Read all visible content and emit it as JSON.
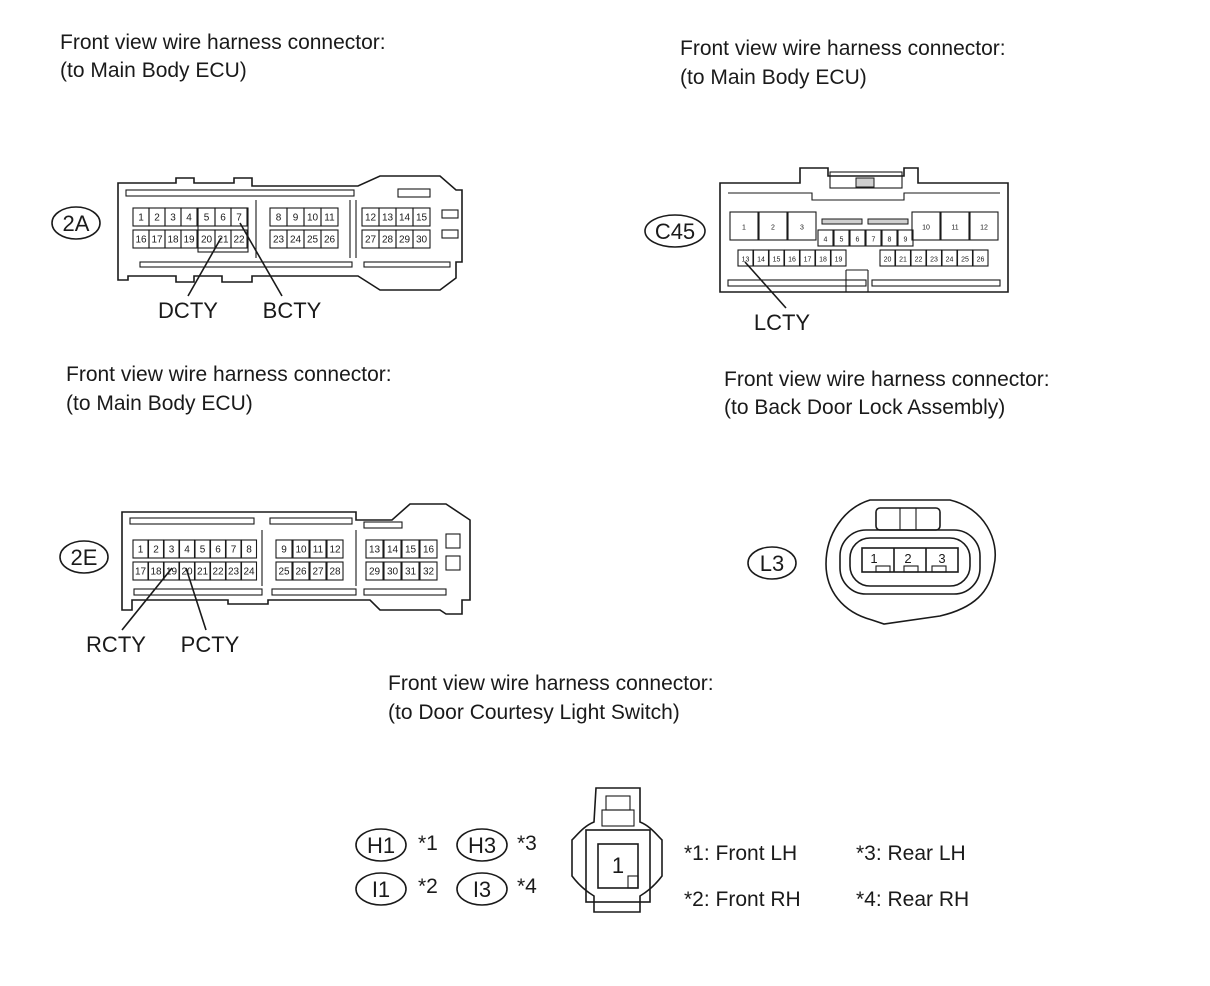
{
  "connectors": {
    "c2a": {
      "title1": "Front view wire harness connector:",
      "title2": "(to Main Body ECU)",
      "id": "2A",
      "pins_row1": [
        "1",
        "2",
        "3",
        "4",
        "5",
        "6",
        "7",
        "8",
        "9",
        "10",
        "11",
        "12",
        "13",
        "14",
        "15"
      ],
      "pins_row2": [
        "16",
        "17",
        "18",
        "19",
        "20",
        "21",
        "22",
        "23",
        "24",
        "25",
        "26",
        "27",
        "28",
        "29",
        "30"
      ],
      "callout1": "DCTY",
      "callout2": "BCTY"
    },
    "c45": {
      "title1": "Front view wire harness connector:",
      "title2": "(to Main Body ECU)",
      "id": "C45",
      "pins_top": [
        "1",
        "2",
        "3",
        "10",
        "11",
        "12"
      ],
      "pins_mid": [
        "4",
        "5",
        "6",
        "7",
        "8",
        "9"
      ],
      "pins_bottom": [
        "13",
        "14",
        "15",
        "16",
        "17",
        "18",
        "19",
        "20",
        "21",
        "22",
        "23",
        "24",
        "25",
        "26"
      ],
      "callout1": "LCTY"
    },
    "c2e": {
      "title1": "Front view wire harness connector:",
      "title2": "(to Main Body ECU)",
      "id": "2E",
      "pins_row1": [
        "1",
        "2",
        "3",
        "4",
        "5",
        "6",
        "7",
        "8",
        "9",
        "10",
        "11",
        "12",
        "13",
        "14",
        "15",
        "16"
      ],
      "pins_row2": [
        "17",
        "18",
        "19",
        "20",
        "21",
        "22",
        "23",
        "24",
        "25",
        "26",
        "27",
        "28",
        "29",
        "30",
        "31",
        "32"
      ],
      "callout1": "RCTY",
      "callout2": "PCTY"
    },
    "l3": {
      "title1": "Front view wire harness connector:",
      "title2": "(to Back Door Lock Assembly)",
      "id": "L3",
      "pins": [
        "1",
        "2",
        "3"
      ]
    },
    "courtesy": {
      "title1": "Front view wire harness connector:",
      "title2": "(to Door Courtesy Light Switch)",
      "ids": [
        "H1",
        "H3",
        "I1",
        "I3"
      ],
      "marks": [
        "*1",
        "*3",
        "*2",
        "*4"
      ],
      "pin": "1",
      "notes": [
        "*1: Front LH",
        "*3: Rear LH",
        "*2: Front RH",
        "*4: Rear RH"
      ]
    }
  }
}
